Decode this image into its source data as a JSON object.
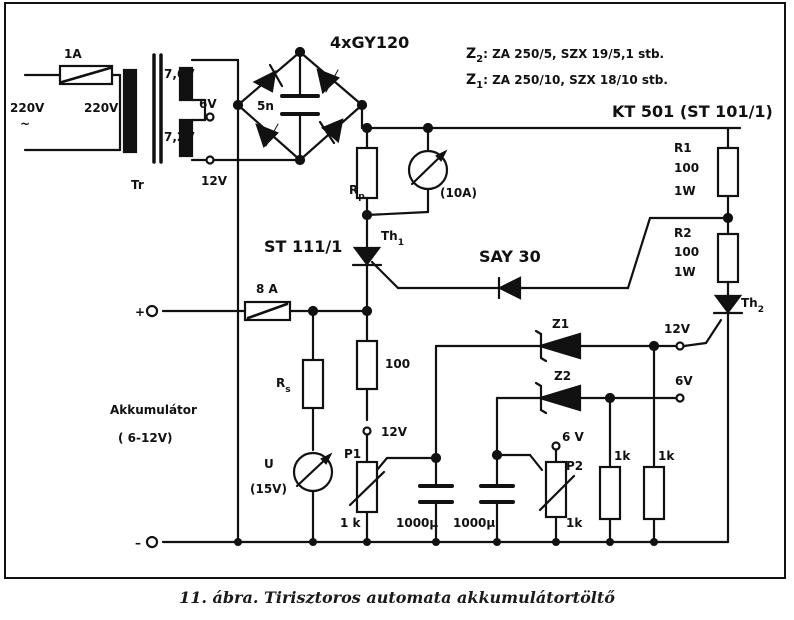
{
  "labels": {
    "fuse_in": "1A",
    "mains_v": "220V",
    "mains_tilde": "~",
    "primary_v": "220V",
    "sec_a": "7,6V",
    "tap_6v": "6V",
    "sec_b": "7,2V",
    "tap_12v": "12V",
    "transformer": "Tr",
    "bridge": "4xGY120",
    "bridge_cap": "5n",
    "z2_sym": "Z",
    "z2_sub": "2",
    "z2_text": ": ZA 250/5,  SZX 19/5,1  stb.",
    "z1_sym": "Z",
    "z1_sub": "1",
    "z1_text": ": ZA 250/10,  SZX 18/10  stb.",
    "thy_driver": "KT 501 (ST 101/1)",
    "rp": "R",
    "rp_sub": "p",
    "ammeter": "(10A)",
    "r1": "R1",
    "r1_val": "100",
    "r1_w": "1W",
    "r2": "R2",
    "r2_val": "100",
    "r2_w": "1W",
    "th1_type": "ST 111/1",
    "th1": "Th",
    "th1_sub": "1",
    "diode": "SAY 30",
    "th2": "Th",
    "th2_sub": "2",
    "fuse_out": "8 A",
    "plus": "+",
    "minus": "–",
    "rs": "R",
    "rs_sub": "s",
    "r100": "100",
    "z1_label": "Z1",
    "z2_label": "Z2",
    "sel_12v": "12V",
    "sel_6v": "6V",
    "battery": "Akkumulátor",
    "battery_range": "( 6-12V)",
    "voltmeter": "U",
    "voltmeter_range": "(15V)",
    "p1": "P1",
    "p1_12v": "12V",
    "p1_val": "1 k",
    "c1": "1000µ",
    "c2": "1000µ",
    "p2": "P2",
    "p2_6v": "6 V",
    "p2_val": "1k",
    "r1k_a": "1k",
    "r1k_b": "1k"
  },
  "caption": "11. ábra. Tirisztoros automata akkumulátortöltő"
}
